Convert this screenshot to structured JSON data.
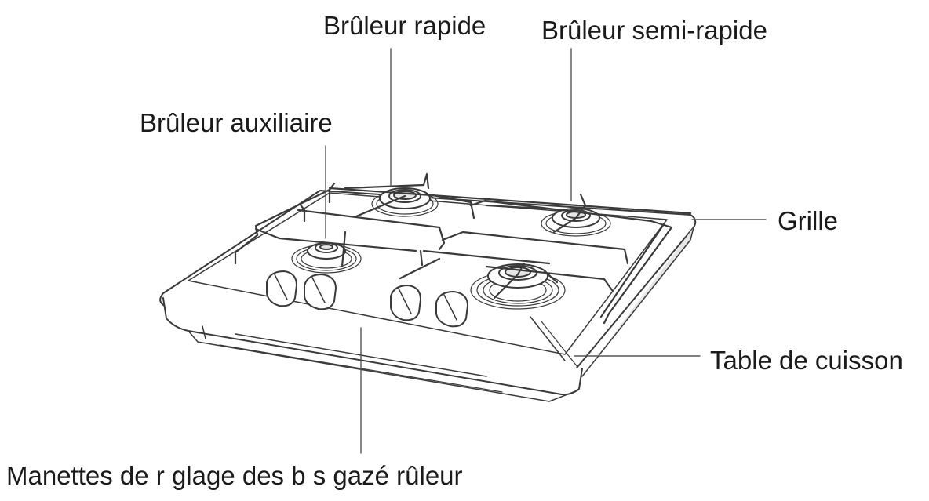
{
  "labels": {
    "burner_rapid": "Brûleur rapide",
    "burner_semi_rapid": "Brûleur semi-rapide",
    "burner_auxiliary": "Brûleur auxiliaire",
    "grid": "Grille",
    "cooktop": "Table de cuisson",
    "knobs": "Manettes de r glage des b s gazé rûleur"
  },
  "colors": {
    "line": "#3a3a3a",
    "text": "#1a1a1a",
    "fill": "#ffffff",
    "shade": "#e6e6e6"
  }
}
